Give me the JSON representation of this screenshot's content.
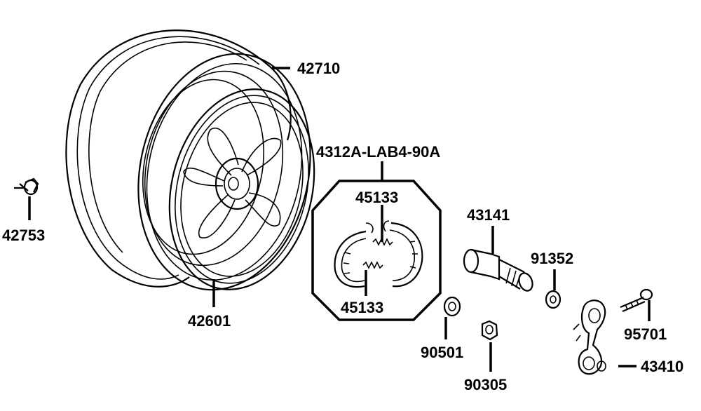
{
  "diagram": {
    "labels": {
      "tire": "42710",
      "valve": "42753",
      "rim": "42601",
      "shoe_set": "4312A-LAB4-90A",
      "spring_top": "45133",
      "spring_bottom": "45133",
      "axle": "43141",
      "washer_axle": "91352",
      "washer": "90501",
      "nut": "90305",
      "bolt": "95701",
      "brake_arm": "43410"
    }
  }
}
